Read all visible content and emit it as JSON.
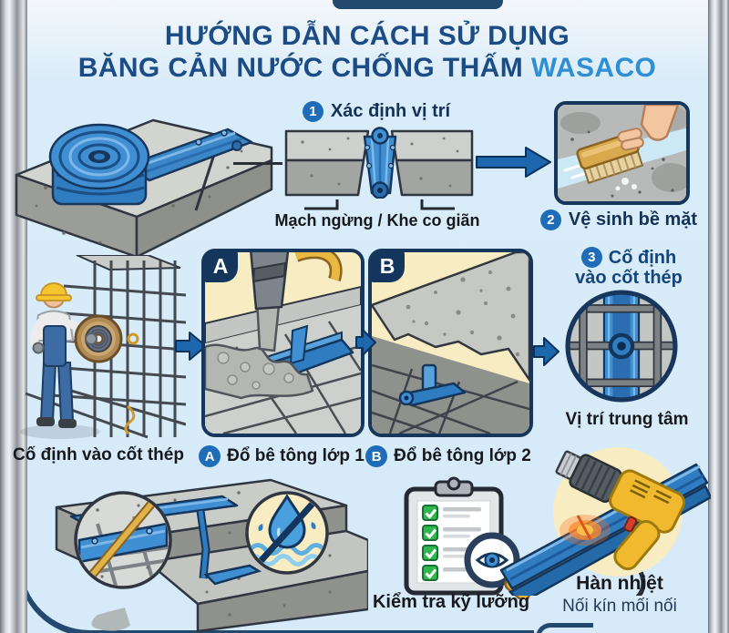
{
  "title": {
    "line1": "HƯỚNG DẪN CÁCH SỬ DỤNG",
    "line2_prefix": "BĂNG CẢN NƯỚC CHỐNG THẤM",
    "brand": "WASACO"
  },
  "step1": {
    "number": "1",
    "label": "Xác định vị trí",
    "caption": "Mạch ngừng / Khe co giãn"
  },
  "step2": {
    "number": "2",
    "label": "Vệ sinh bề mặt"
  },
  "step3": {
    "number": "3",
    "label_line1": "Cố định",
    "label_line2": "vào cốt thép",
    "caption": "Vị trí trung tâm"
  },
  "labels": {
    "fix_rebar": "Cố định vào cốt thép",
    "panel_a_badge": "A",
    "panel_b_badge": "B",
    "pour_a_badge": "A",
    "pour_a": "Đổ bê tông lớp 1",
    "pour_b_badge": "B",
    "pour_b": "Đổ bê tông lớp 2",
    "inspect": "Kiểm tra kỹ lưỡng",
    "weld_title": "Hàn nhiệt",
    "weld_sub": "Nối kín mối nối"
  },
  "colors": {
    "navy": "#1b4c86",
    "brand_blue": "#2e8fd5",
    "waterstop_blue": "#3f8fd2",
    "panel_yellow": "#f7ecc2",
    "arrow_blue": "#1c67ae"
  }
}
